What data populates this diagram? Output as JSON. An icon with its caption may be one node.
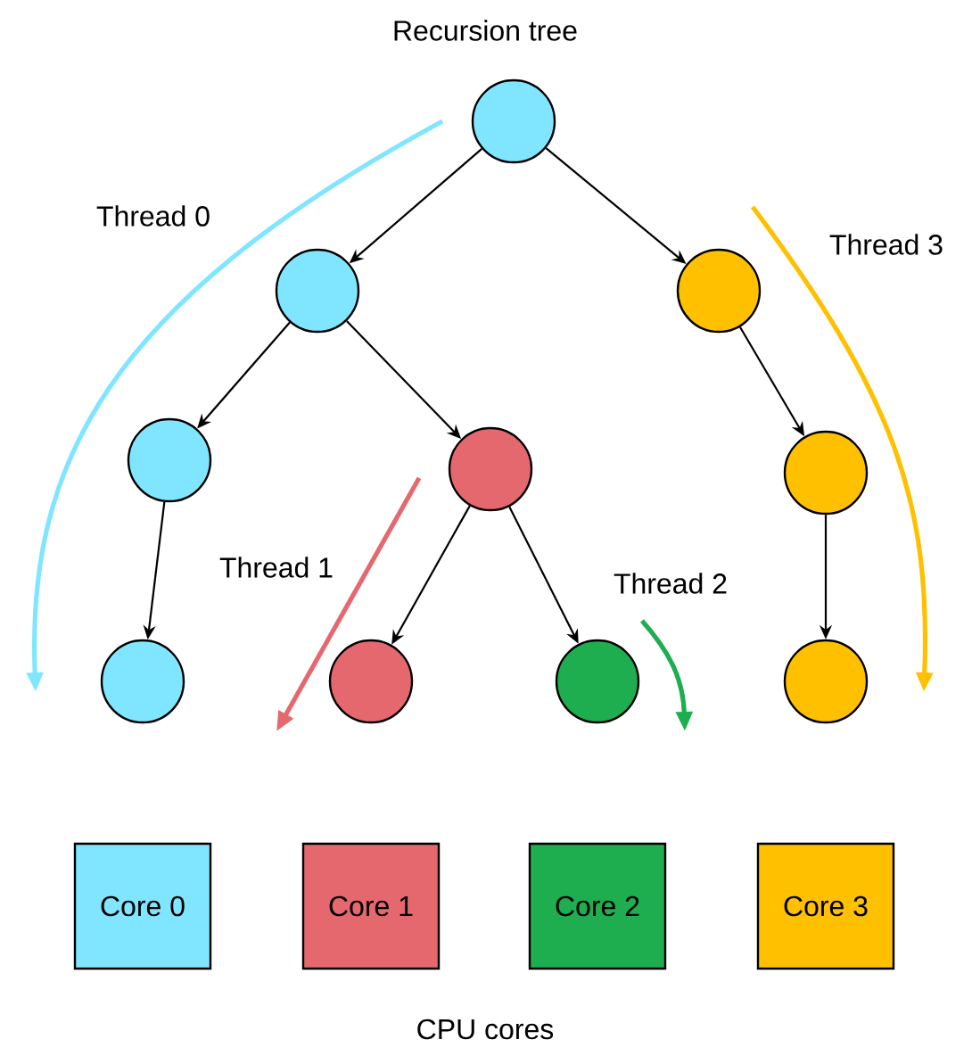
{
  "diagram": {
    "title": "Recursion tree",
    "nodes": [
      {
        "text": [],
        "shape": "circle"
      },
      {
        "text": [],
        "shape": "circle"
      },
      {
        "text": [],
        "shape": "circle"
      },
      {
        "text": [],
        "shape": "circle"
      },
      {
        "text": [],
        "shape": "circle"
      },
      {
        "text": [],
        "shape": "circle"
      },
      {
        "text": [],
        "shape": "circle"
      },
      {
        "text": [],
        "shape": "circle"
      },
      {
        "text": [],
        "shape": "circle"
      },
      {
        "text": [],
        "shape": "circle"
      },
      {
        "text": [
          "Core 0"
        ]
      },
      {
        "text": [
          "Core 1"
        ]
      },
      {
        "text": [
          "Core 2"
        ]
      },
      {
        "text": [
          "Core 3"
        ]
      }
    ],
    "edges": [
      {
        "from": 0,
        "to": 1,
        "arrow": "to"
      },
      {
        "from": 0,
        "to": 2,
        "arrow": "to"
      },
      {
        "from": 1,
        "to": 3,
        "arrow": "to"
      },
      {
        "from": 1,
        "to": 4,
        "arrow": "to"
      },
      {
        "from": 2,
        "to": 5,
        "arrow": "to"
      },
      {
        "from": 3,
        "to": 6,
        "arrow": "to"
      },
      {
        "from": 4,
        "to": 7,
        "arrow": "to"
      },
      {
        "from": 4,
        "to": 8,
        "arrow": "to"
      },
      {
        "from": 5,
        "to": 9,
        "arrow": "to"
      }
    ],
    "labels": [
      "Thread 0",
      "Thread 3",
      "Thread 1",
      "Thread 2",
      "CPU cores"
    ]
  }
}
